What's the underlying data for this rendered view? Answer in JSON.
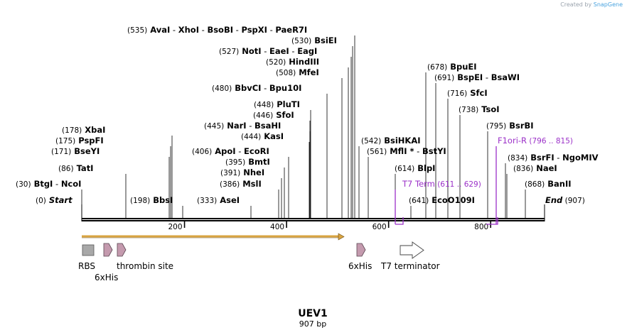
{
  "branding": {
    "created_by": "Created by",
    "product": "SnapGene"
  },
  "map": {
    "name": "UEV1",
    "length_label": "907 bp",
    "length": 907,
    "ends": {
      "start_label": "Start",
      "start_pos": "(0)",
      "end_label": "End",
      "end_pos": "(907)"
    },
    "ruler_ticks": [
      "200",
      "400",
      "600",
      "800"
    ],
    "colors": {
      "backbone": "#000000",
      "orf": "#d9a441",
      "feature_arrow": "#c49aae",
      "rbs": "#a8a8a8",
      "primer": "#9b30c8",
      "label": "#000000"
    },
    "sites": [
      {
        "pos": "(30)",
        "names": [
          "BtgI",
          "NcoI"
        ]
      },
      {
        "pos": "(86)",
        "names": [
          "TatI"
        ]
      },
      {
        "pos": "(171)",
        "names": [
          "BseYI"
        ]
      },
      {
        "pos": "(175)",
        "names": [
          "PspFI"
        ]
      },
      {
        "pos": "(178)",
        "names": [
          "XbaI"
        ]
      },
      {
        "pos": "(198)",
        "names": [
          "BbsI"
        ]
      },
      {
        "pos": "(333)",
        "names": [
          "AseI"
        ]
      },
      {
        "pos": "(386)",
        "names": [
          "MslI"
        ]
      },
      {
        "pos": "(391)",
        "names": [
          "NheI"
        ]
      },
      {
        "pos": "(395)",
        "names": [
          "BmtI"
        ]
      },
      {
        "pos": "(406)",
        "names": [
          "ApoI",
          "EcoRI"
        ]
      },
      {
        "pos": "(444)",
        "names": [
          "KasI"
        ]
      },
      {
        "pos": "(445)",
        "names": [
          "NarI",
          "BsaHI"
        ]
      },
      {
        "pos": "(446)",
        "names": [
          "SfoI"
        ]
      },
      {
        "pos": "(448)",
        "names": [
          "PluTI"
        ]
      },
      {
        "pos": "(480)",
        "names": [
          "BbvCI",
          "Bpu10I"
        ]
      },
      {
        "pos": "(508)",
        "names": [
          "MfeI"
        ]
      },
      {
        "pos": "(520)",
        "names": [
          "HindIII"
        ]
      },
      {
        "pos": "(527)",
        "names": [
          "NotI",
          "EaeI",
          "EagI"
        ]
      },
      {
        "pos": "(530)",
        "names": [
          "BsiEI"
        ]
      },
      {
        "pos": "(535)",
        "names": [
          "AvaI",
          "XhoI",
          "BsoBI",
          "PspXI",
          "PaeR7I"
        ]
      },
      {
        "pos": "(542)",
        "names": [
          "BsiHKAI"
        ]
      },
      {
        "pos": "(561)",
        "names": [
          "MflI *",
          "BstYI"
        ]
      },
      {
        "pos": "(614)",
        "names": [
          "BlpI"
        ]
      },
      {
        "pos": "(641)",
        "names": [
          "EcoO109I"
        ]
      },
      {
        "pos": "(678)",
        "names": [
          "BpuEI"
        ]
      },
      {
        "pos": "(691)",
        "names": [
          "BspEI",
          "BsaWI"
        ]
      },
      {
        "pos": "(716)",
        "names": [
          "SfcI"
        ]
      },
      {
        "pos": "(738)",
        "names": [
          "TsoI"
        ]
      },
      {
        "pos": "(795)",
        "names": [
          "BsrBI"
        ]
      },
      {
        "pos": "(834)",
        "names": [
          "BsrFI",
          "NgoMIV"
        ]
      },
      {
        "pos": "(836)",
        "names": [
          "NaeI"
        ]
      },
      {
        "pos": "(868)",
        "names": [
          "BanII"
        ]
      }
    ],
    "primers": [
      {
        "name": "T7 Term",
        "range": "(611 .. 629)"
      },
      {
        "name": "F1ori-R",
        "range": "(796 .. 815)"
      }
    ],
    "features": [
      {
        "label": "RBS",
        "icon": "rbs-box"
      },
      {
        "label": "6xHis",
        "icon": "arrow"
      },
      {
        "label": "thrombin site",
        "icon": "arrow"
      },
      {
        "label": "6xHis",
        "icon": "arrow"
      },
      {
        "label": "T7 terminator",
        "icon": "terminator-arrow"
      }
    ]
  }
}
